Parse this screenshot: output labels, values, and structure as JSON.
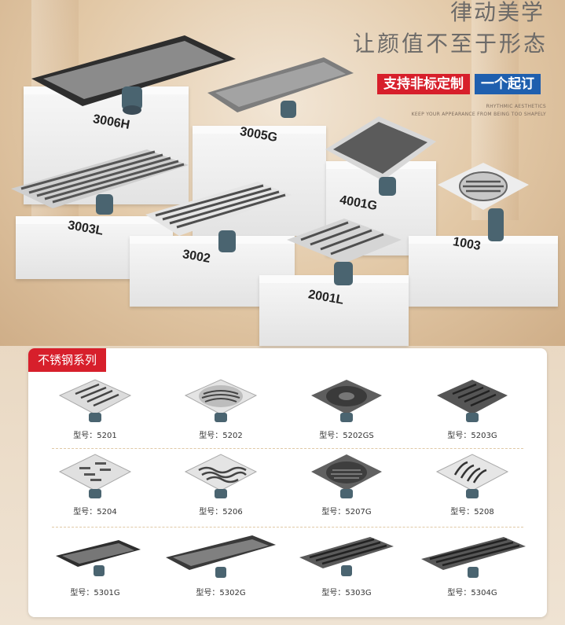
{
  "hero": {
    "heading_line1": "律动美学",
    "heading_line2": "让颜值不至于形态",
    "badge_custom": "支持非标定制",
    "badge_min_order": "一个起订",
    "tagline_en_1": "RHYTHMIC AESTHETICS",
    "tagline_en_2": "KEEP YOUR APPEARANCE FROM BEING TOO SHAPELY",
    "models": [
      "3006H",
      "3005G",
      "4001G",
      "3003L",
      "3002",
      "1003",
      "2001L"
    ]
  },
  "panel": {
    "title": "不锈钢系列",
    "rows": [
      [
        {
          "label": "型号：5201",
          "icon": "square-drain-slotted-silver"
        },
        {
          "label": "型号：5202",
          "icon": "square-drain-wave-silver"
        },
        {
          "label": "型号：5202GS",
          "icon": "square-drain-round-gray"
        },
        {
          "label": "型号：5203G",
          "icon": "square-drain-slotted-gray"
        }
      ],
      [
        {
          "label": "型号：5204",
          "icon": "square-drain-pattern-silver"
        },
        {
          "label": "型号：5206",
          "icon": "square-drain-wave-silver"
        },
        {
          "label": "型号：5207G",
          "icon": "square-drain-circle-gray"
        },
        {
          "label": "型号：5208",
          "icon": "square-drain-leaf-silver"
        }
      ],
      [
        {
          "label": "型号：5301G",
          "icon": "linear-drain-tile-black"
        },
        {
          "label": "型号：5302G",
          "icon": "linear-drain-tile-gray"
        },
        {
          "label": "型号：5303G",
          "icon": "linear-drain-slotted-gray"
        },
        {
          "label": "型号：5304G",
          "icon": "linear-drain-slotted-gray"
        }
      ]
    ]
  },
  "colors": {
    "accent_red": "#d71f2b",
    "accent_blue": "#1f5fae",
    "metal_gray": "#5a5a5a",
    "metal_silver": "#d9d9d9"
  }
}
